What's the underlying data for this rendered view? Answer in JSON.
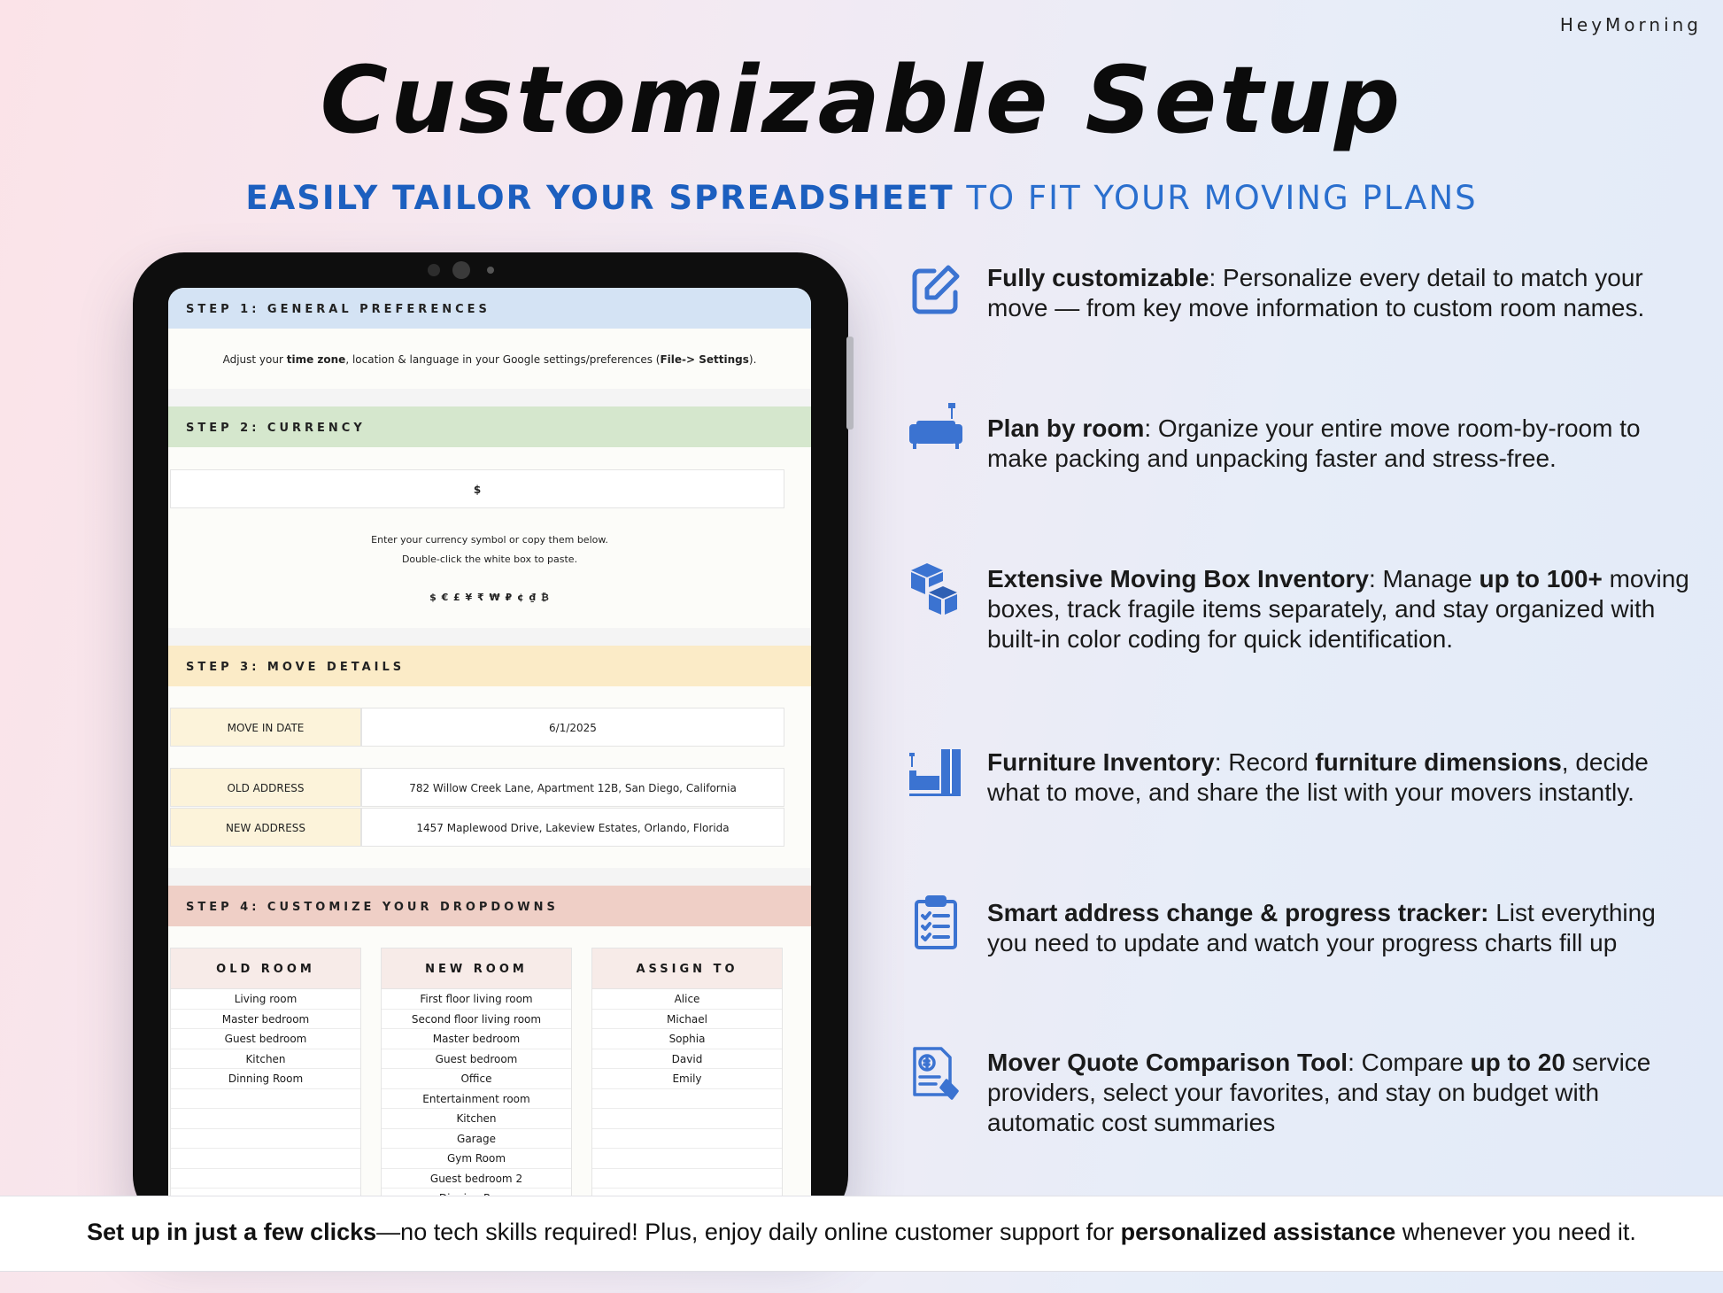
{
  "brand": "HeyMorning",
  "title": "Customizable Setup",
  "subtitle": {
    "bold": "EASILY TAILOR YOUR SPREADSHEET",
    "rest": " TO FIT YOUR MOVING PLANS"
  },
  "colors": {
    "accent": "#2a6fce",
    "icon": "#3b73d1",
    "step1": "#d4e3f4",
    "step2": "#d5e7cd",
    "step3": "#fbebc7",
    "step4": "#efcfc6"
  },
  "sheet": {
    "step1": {
      "header": "STEP 1: GENERAL PREFERENCES",
      "note_pre": "Adjust your ",
      "note_bold1": "time zone",
      "note_mid": ", location & language in your Google settings/preferences (",
      "note_bold2": "File-> Settings",
      "note_post": ")."
    },
    "step2": {
      "header": "STEP 2: CURRENCY",
      "value": "$",
      "note1": "Enter your currency symbol or copy them below.",
      "note2": "Double-click the white box to paste.",
      "symbols": "$ € £ ¥ ₹ ₩ ₽ ¢ ₫ ₿"
    },
    "step3": {
      "header": "STEP 3: MOVE DETAILS",
      "move_in_label": "MOVE IN DATE",
      "move_in_value": "6/1/2025",
      "old_label": "OLD ADDRESS",
      "old_value": "782 Willow Creek Lane, Apartment 12B, San Diego, California",
      "new_label": "NEW ADDRESS",
      "new_value": "1457 Maplewood Drive, Lakeview Estates, Orlando, Florida"
    },
    "step4": {
      "header": "STEP 4: CUSTOMIZE YOUR DROPDOWNS",
      "old_room": {
        "title": "OLD ROOM",
        "items": [
          "Living room",
          "Master bedroom",
          "Guest bedroom",
          "Kitchen",
          "Dinning Room",
          "",
          "",
          "",
          "",
          "",
          "",
          ""
        ]
      },
      "new_room": {
        "title": "NEW ROOM",
        "items": [
          "First floor living room",
          "Second floor living room",
          "Master bedroom",
          "Guest bedroom",
          "Office",
          "Entertainment room",
          "Kitchen",
          "Garage",
          "Gym Room",
          "Guest bedroom 2",
          "Dinning Room",
          ""
        ]
      },
      "assign_to": {
        "title": "ASSIGN TO",
        "items": [
          "Alice",
          "Michael",
          "Sophia",
          "David",
          "Emily",
          "",
          "",
          "",
          "",
          "",
          "",
          ""
        ]
      }
    }
  },
  "features": [
    {
      "icon": "edit-icon",
      "segments": [
        {
          "b": "Fully customizable"
        },
        {
          "t": ": Personalize every detail to match your move — from key move information to custom room names."
        }
      ]
    },
    {
      "icon": "sofa-icon",
      "segments": [
        {
          "b": "Plan by room"
        },
        {
          "t": ": Organize your entire move room-by-room to make packing and unpacking faster and stress-free."
        }
      ]
    },
    {
      "icon": "boxes-icon",
      "segments": [
        {
          "b": "Extensive Moving Box Inventory"
        },
        {
          "t": ": Manage "
        },
        {
          "b": "up to 100+"
        },
        {
          "t": " moving boxes, track fragile items separately, and stay organized with built-in color coding for quick identification."
        }
      ]
    },
    {
      "icon": "furniture-icon",
      "segments": [
        {
          "b": "Furniture Inventory"
        },
        {
          "t": ": Record "
        },
        {
          "b": "furniture dimensions"
        },
        {
          "t": ", decide what to move, and share the list with your movers instantly."
        }
      ]
    },
    {
      "icon": "clipboard-checklist-icon",
      "segments": [
        {
          "b": "Smart address change & progress tracker:"
        },
        {
          "t": " List everything you need to update and watch your progress charts fill up"
        }
      ]
    },
    {
      "icon": "invoice-dollar-icon",
      "segments": [
        {
          "b": "Mover Quote Comparison Tool"
        },
        {
          "t": ": Compare "
        },
        {
          "b": "up to 20"
        },
        {
          "t": " service providers, select your favorites, and stay on budget with automatic cost summaries"
        }
      ]
    }
  ],
  "footer": {
    "bold1": "Set up in just a few clicks",
    "text1": "—no tech skills required! Plus, enjoy daily online customer support for ",
    "bold2": "personalized assistance",
    "text2": " whenever you need it."
  }
}
